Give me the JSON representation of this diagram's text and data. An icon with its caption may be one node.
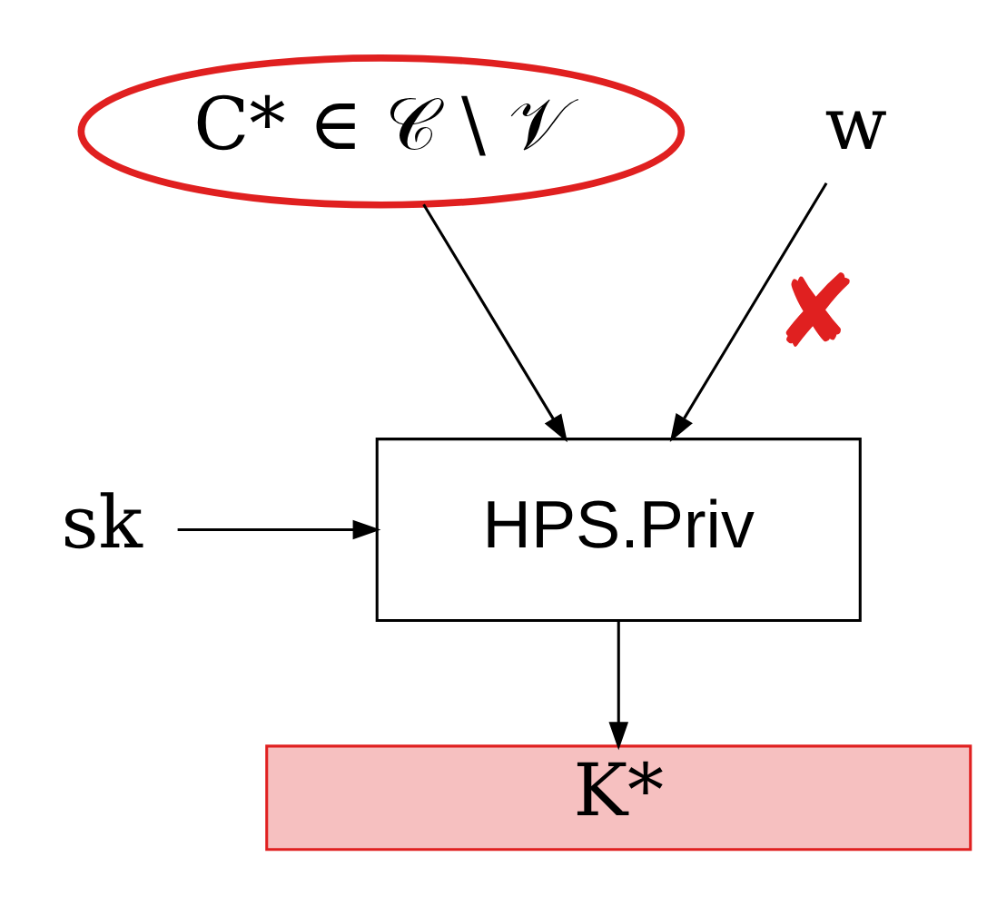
{
  "diagram": {
    "nodes": [
      {
        "text": [
          "C* ∈ 𝒞 \\ 𝒱"
        ]
      },
      {
        "text": [
          "w"
        ]
      },
      {
        "text": [
          "HPS.Priv"
        ]
      },
      {
        "text": [
          "sk"
        ]
      },
      {
        "text": [
          "K*"
        ]
      }
    ],
    "edges": [
      {
        "from": 0,
        "to": 2,
        "arrow": "to"
      },
      {
        "from": 1,
        "to": 2,
        "arrow": "to",
        "label": "✘"
      },
      {
        "from": 3,
        "to": 2,
        "arrow": "to"
      },
      {
        "from": 2,
        "to": 4,
        "arrow": "to"
      }
    ]
  }
}
